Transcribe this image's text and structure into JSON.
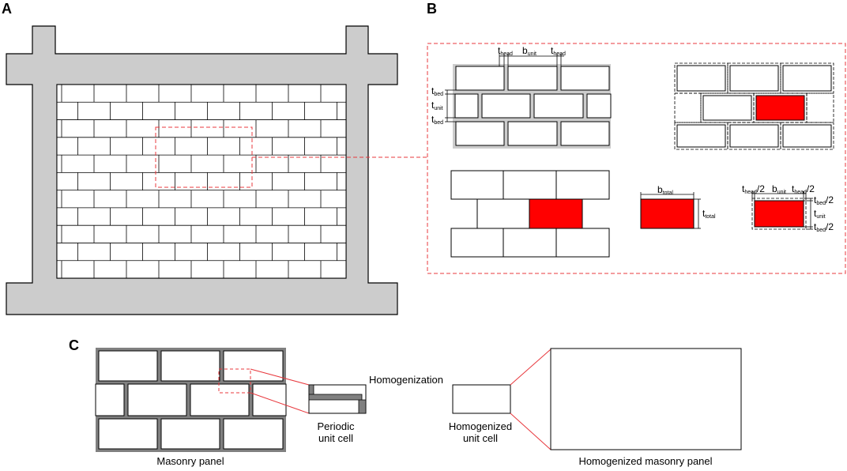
{
  "panels": {
    "a": "A",
    "b": "B",
    "c": "C"
  },
  "symbols": {
    "t": "t",
    "b": "b",
    "head": "head",
    "unit": "unit",
    "bed": "bed",
    "total": "total",
    "half": "/2"
  },
  "captions": {
    "homogenization": "Homogenization",
    "periodic_1": "Periodic",
    "periodic_2": "unit cell",
    "homog_cell_1": "Homogenized",
    "homog_cell_2": "unit cell",
    "masonry_panel": "Masonry panel",
    "homog_panel": "Homogenized masonry panel"
  },
  "colors": {
    "frame": "#cccccc",
    "mortar_light": "#cccccc",
    "mortar_dark": "#808080",
    "highlight": "#ff0000",
    "dash": "#e8383d"
  }
}
